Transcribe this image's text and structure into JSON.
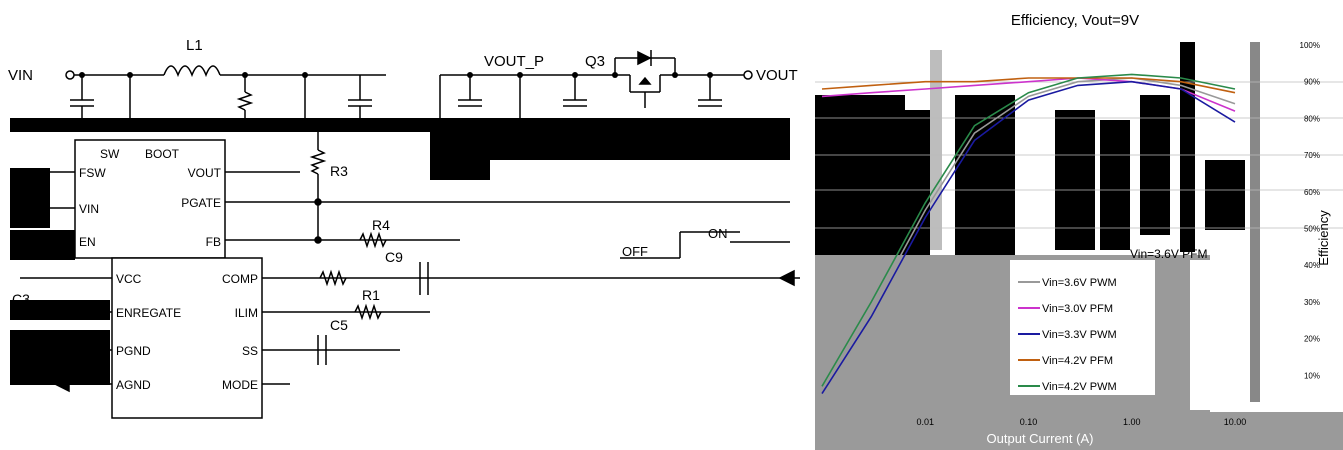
{
  "schematic": {
    "vin_label": "VIN",
    "vout_label": "VOUT",
    "vout_p_label": "VOUT_P",
    "inductor_label": "L1",
    "q3_label": "Q3",
    "r3_label": "R3",
    "r4_label": "R4",
    "r1_label": "R1",
    "c5_label": "C5",
    "c9_label": "C9",
    "c3_label": "C3",
    "on_label": "ON",
    "off_label": "OFF",
    "ic_title_sw": "SW",
    "ic_title_boot": "BOOT",
    "ic_pins_left": [
      "FSW",
      "VIN",
      "EN",
      "VCC",
      "ENREGATE",
      "PGND",
      "AGND"
    ],
    "ic_pins_right": [
      "VOUT",
      "PGATE",
      "FB",
      "COMP",
      "ILIM",
      "SS",
      "MODE"
    ]
  },
  "chart_data": {
    "type": "line",
    "title": "Efficiency, Vout=9V",
    "xlabel": "Output Current (A)",
    "ylabel": "Efficiency",
    "x_scale": "log",
    "x_ticks": [
      "0.01",
      "0.10",
      "1.00",
      "10.00"
    ],
    "y_ticks": [
      "10%",
      "20%",
      "30%",
      "40%",
      "50%",
      "60%",
      "70%",
      "80%",
      "90%",
      "100%"
    ],
    "ylim": [
      0,
      100
    ],
    "annotation": "Vin=3.6V PFM",
    "legend_placement": "bottom-center",
    "series": [
      {
        "name": "Vin=3.6V PWM",
        "color": "#999999",
        "points": [
          [
            0.001,
            6
          ],
          [
            0.003,
            28
          ],
          [
            0.01,
            55
          ],
          [
            0.03,
            76
          ],
          [
            0.1,
            86
          ],
          [
            0.3,
            90
          ],
          [
            1,
            91
          ],
          [
            3,
            89
          ],
          [
            10,
            84
          ]
        ]
      },
      {
        "name": "Vin=3.0V PFM",
        "color": "#cc33cc",
        "points": [
          [
            0.001,
            86
          ],
          [
            0.003,
            87
          ],
          [
            0.01,
            88
          ],
          [
            0.03,
            89
          ],
          [
            0.1,
            90
          ],
          [
            0.3,
            91
          ],
          [
            1,
            90
          ],
          [
            3,
            88
          ],
          [
            10,
            82
          ]
        ]
      },
      {
        "name": "Vin=3.3V PWM",
        "color": "#1a1aa0",
        "points": [
          [
            0.001,
            5
          ],
          [
            0.003,
            26
          ],
          [
            0.01,
            53
          ],
          [
            0.03,
            74
          ],
          [
            0.1,
            85
          ],
          [
            0.3,
            89
          ],
          [
            1,
            90
          ],
          [
            3,
            88
          ],
          [
            10,
            79
          ]
        ]
      },
      {
        "name": "Vin=4.2V PFM",
        "color": "#c06010",
        "points": [
          [
            0.001,
            88
          ],
          [
            0.003,
            89
          ],
          [
            0.01,
            90
          ],
          [
            0.03,
            90
          ],
          [
            0.1,
            91
          ],
          [
            0.3,
            91
          ],
          [
            1,
            91
          ],
          [
            3,
            90
          ],
          [
            10,
            87
          ]
        ]
      },
      {
        "name": "Vin=4.2V PWM",
        "color": "#2a8a4a",
        "points": [
          [
            0.001,
            7
          ],
          [
            0.003,
            30
          ],
          [
            0.01,
            57
          ],
          [
            0.03,
            78
          ],
          [
            0.1,
            87
          ],
          [
            0.3,
            91
          ],
          [
            1,
            92
          ],
          [
            3,
            91
          ],
          [
            10,
            88
          ]
        ]
      }
    ]
  },
  "colors": {
    "ink": "#000000",
    "grid": "#bbbbbb",
    "shade": "#9a9a9a"
  }
}
